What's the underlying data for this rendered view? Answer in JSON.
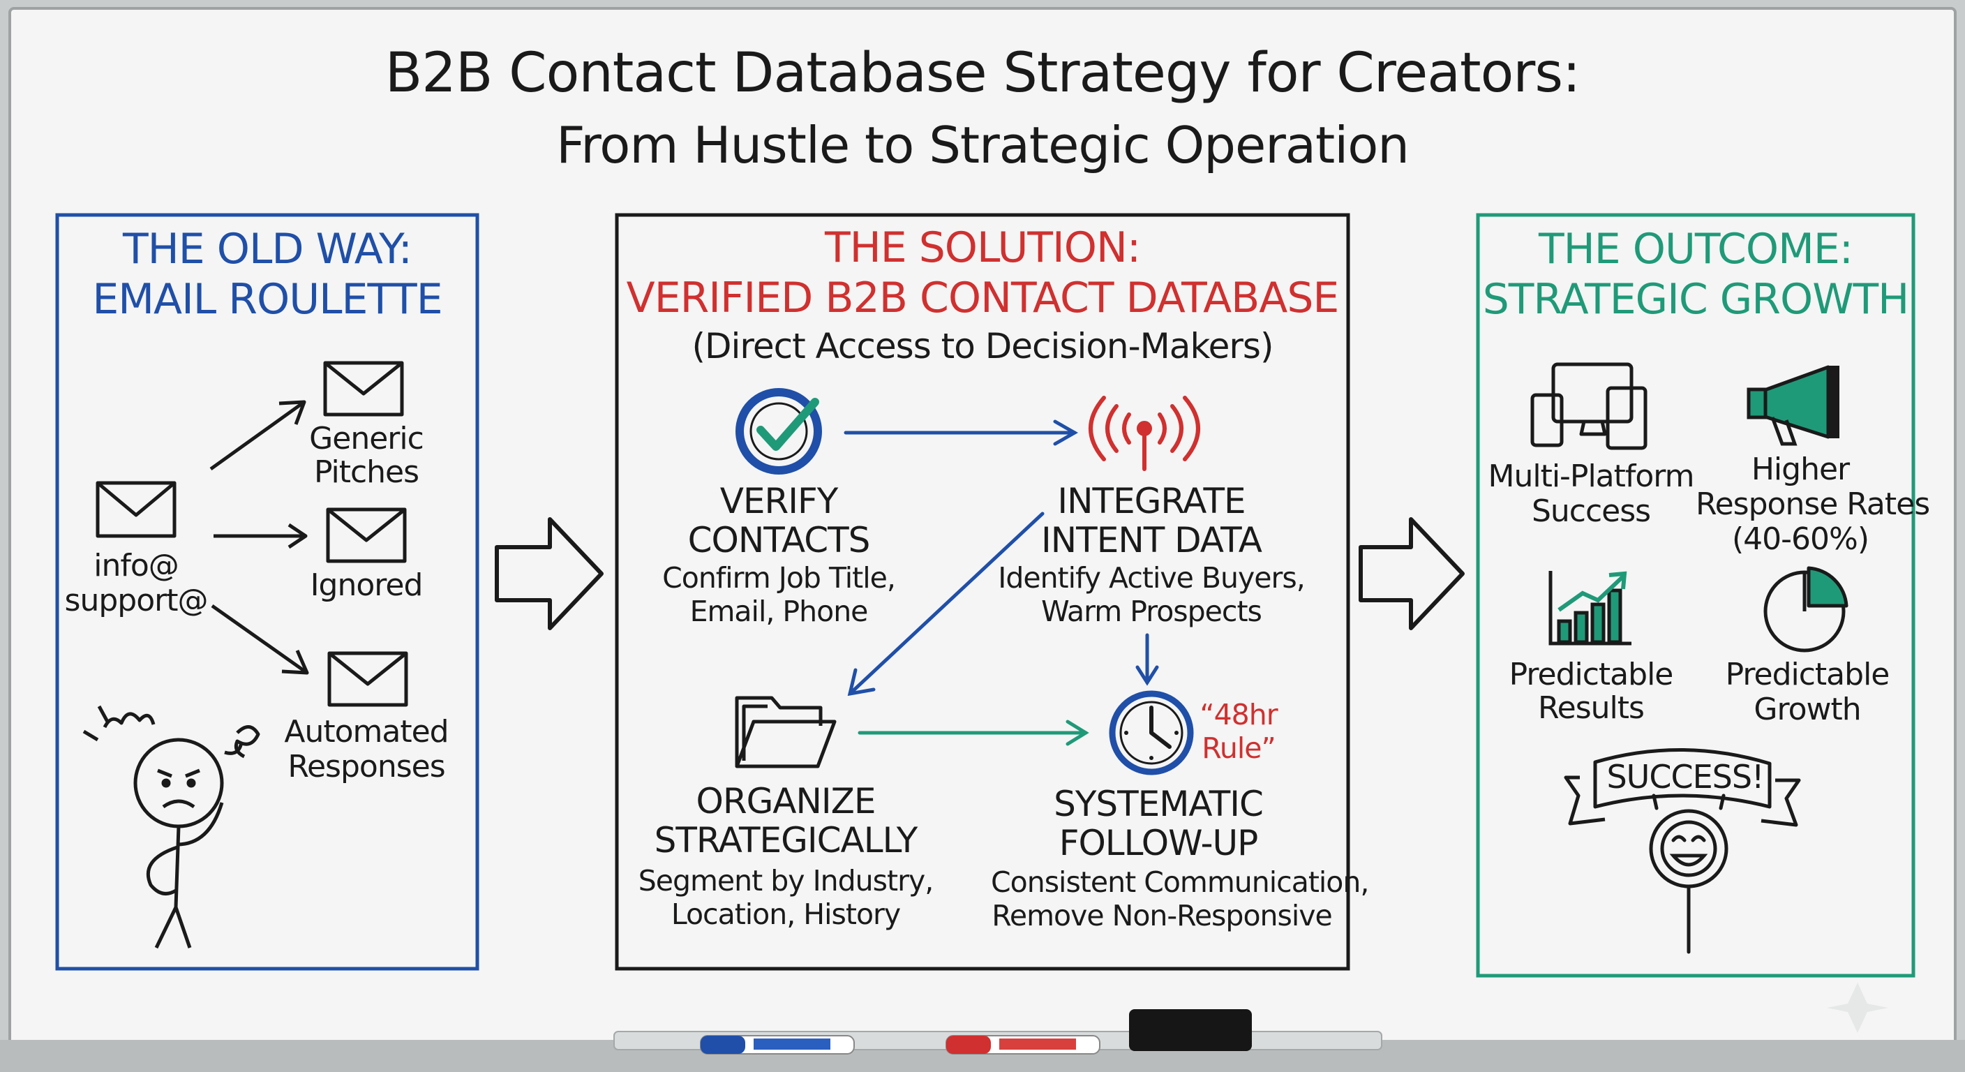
{
  "title": {
    "line1": "B2B Contact Database Strategy for Creators:",
    "line2": "From Hustle to Strategic Operation"
  },
  "old_way": {
    "heading_line1": "THE OLD WAY:",
    "heading_line2": "EMAIL ROULETTE",
    "source_label_line1": "info@",
    "source_label_line2": "support@",
    "outcomes": [
      {
        "line1": "Generic",
        "line2": "Pitches"
      },
      {
        "line1": "Ignored",
        "line2": ""
      },
      {
        "line1": "Automated",
        "line2": "Responses"
      }
    ],
    "icons": [
      "envelope-icon",
      "frustrated-stick-figure"
    ]
  },
  "solution": {
    "heading_line1": "THE SOLUTION:",
    "heading_line2": "VERIFIED B2B CONTACT DATABASE",
    "subheading": "(Direct Access to Decision-Makers)",
    "steps": [
      {
        "title_line1": "VERIFY",
        "title_line2": "CONTACTS",
        "desc_line1": "Confirm Job Title,",
        "desc_line2": "Email, Phone",
        "icon": "check-badge-icon"
      },
      {
        "title_line1": "INTEGRATE",
        "title_line2": "INTENT DATA",
        "desc_line1": "Identify Active Buyers,",
        "desc_line2": "Warm Prospects",
        "icon": "signal-antenna-icon"
      },
      {
        "title_line1": "ORGANIZE",
        "title_line2": "STRATEGICALLY",
        "desc_line1": "Segment by Industry,",
        "desc_line2": "Location, History",
        "icon": "folder-icon"
      },
      {
        "title_line1": "SYSTEMATIC",
        "title_line2": "FOLLOW-UP",
        "desc_line1": "Consistent Communication,",
        "desc_line2": "Remove Non-Responsive",
        "icon": "clock-icon"
      }
    ],
    "rule_line1": "“48hr",
    "rule_line2": "Rule”"
  },
  "outcome": {
    "heading_line1": "THE OUTCOME:",
    "heading_line2": "STRATEGIC GROWTH",
    "items": [
      {
        "line1": "Multi-Platform",
        "line2": "Success",
        "line3": "",
        "icon": "devices-icon"
      },
      {
        "line1": "Higher",
        "line2": "Response Rates",
        "line3": "(40-60%)",
        "icon": "megaphone-icon"
      },
      {
        "line1": "Predictable",
        "line2": "Results",
        "line3": "",
        "icon": "bar-chart-icon"
      },
      {
        "line1": "Predictable",
        "line2": "Growth",
        "line3": "",
        "icon": "pie-chart-icon"
      }
    ],
    "banner": "SUCCESS!"
  },
  "colors": {
    "blue": "#1f4fa8",
    "red": "#d0302f",
    "green": "#1f9a78",
    "ink": "#1a1a1a",
    "board": "#f4f5f4"
  }
}
